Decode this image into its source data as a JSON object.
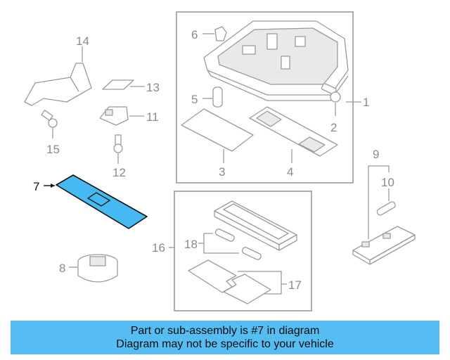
{
  "highlight_color": "#45b9f1",
  "banner_color": "#55bdf1",
  "callouts": {
    "c1": "1",
    "c2": "2",
    "c3": "3",
    "c4": "4",
    "c5": "5",
    "c6": "6",
    "c7": "7",
    "c8": "8",
    "c9": "9",
    "c10": "10",
    "c11": "11",
    "c12": "12",
    "c13": "13",
    "c14": "14",
    "c15": "15",
    "c16": "16",
    "c17": "17",
    "c18": "18"
  },
  "banner": {
    "line1": "Part or sub-assembly is #7 in diagram",
    "line2": "Diagram may not be specific to your vehicle"
  }
}
